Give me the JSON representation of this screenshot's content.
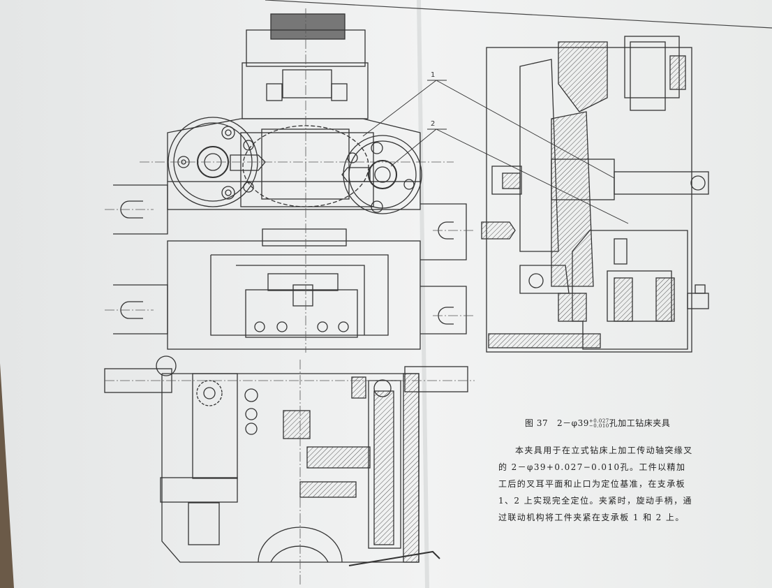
{
  "figure": {
    "number": "图 37",
    "title_prefix": "2－φ39",
    "tol_upper": "+0.027",
    "tol_lower": "−0.010",
    "title_suffix": "孔加工钻床夹具"
  },
  "description": "本夹具用于在立式钻床上加工传动轴突缘叉的 2－φ39+0.027−0.010孔。工件以精加工后的叉耳平面和止口为定位基准，在支承板 1、2 上实现完全定位。夹紧时，旋动手柄，通过联动机构将工件夹紧在支承板 1 和 2 上。",
  "callouts": [
    "1",
    "2"
  ],
  "colors": {
    "paper": "#eef0f0",
    "ink": "#333333",
    "hatch": "#555555"
  }
}
